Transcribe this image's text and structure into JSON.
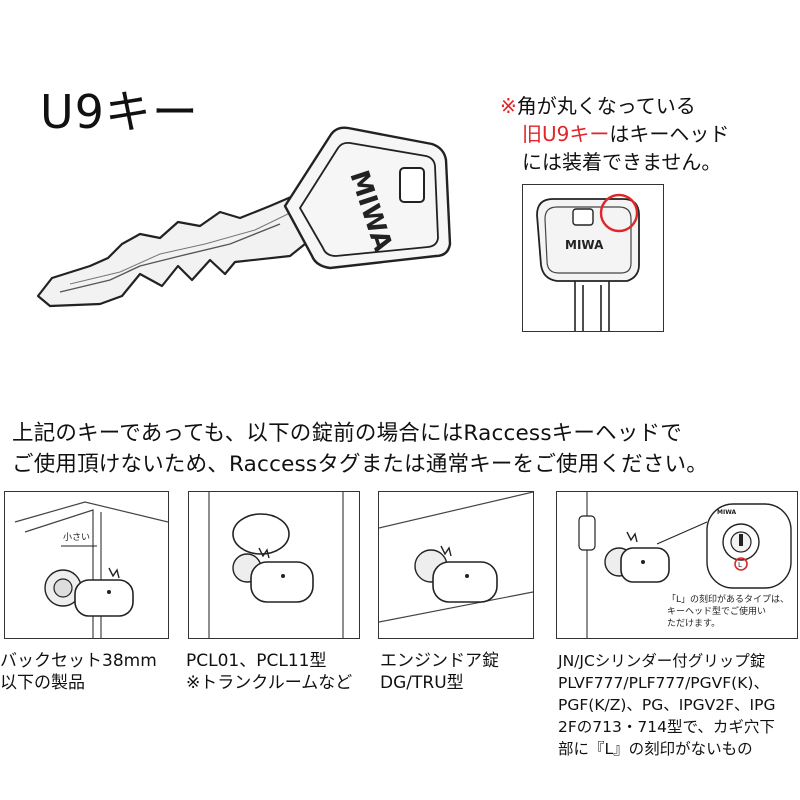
{
  "title": "U9キー",
  "notice": {
    "mark": "※",
    "line1_rest": "角が丸くなっている",
    "line2_red": "旧U9キー",
    "line2_rest": "はキーヘッド",
    "line3": "には装着できません。"
  },
  "key_brand": "MIWA",
  "description": {
    "line1": "上記のキーであっても、以下の錠前の場合にはRaccessキーヘッドで",
    "line2": "ご使用頂けないため、Raccessタグまたは通常キーをご使用ください。"
  },
  "panels": [
    {
      "label": "小さい",
      "caption": [
        "バックセット38mm",
        "以下の製品"
      ]
    },
    {
      "caption": [
        "PCL01、PCL11型",
        "※トランクルームなど"
      ]
    },
    {
      "caption": [
        "エンジンドア錠",
        "DG/TRU型"
      ]
    },
    {
      "note": [
        "「L」の刻印があるタイプは、",
        "キーヘッド型でご使用い",
        "ただけます。"
      ],
      "cylinder_mark": "L",
      "caption": [
        "JN/JCシリンダー付グリップ錠",
        "PLVF777/PLF777/PGVF(K)、",
        "PGF(K/Z)、PG、IPGV2F、IPG",
        "2Fの713・714型で、カギ穴下",
        "部に『L』の刻印がないもの"
      ]
    }
  ],
  "colors": {
    "accent_red": "#e0262b",
    "line": "#333333"
  }
}
